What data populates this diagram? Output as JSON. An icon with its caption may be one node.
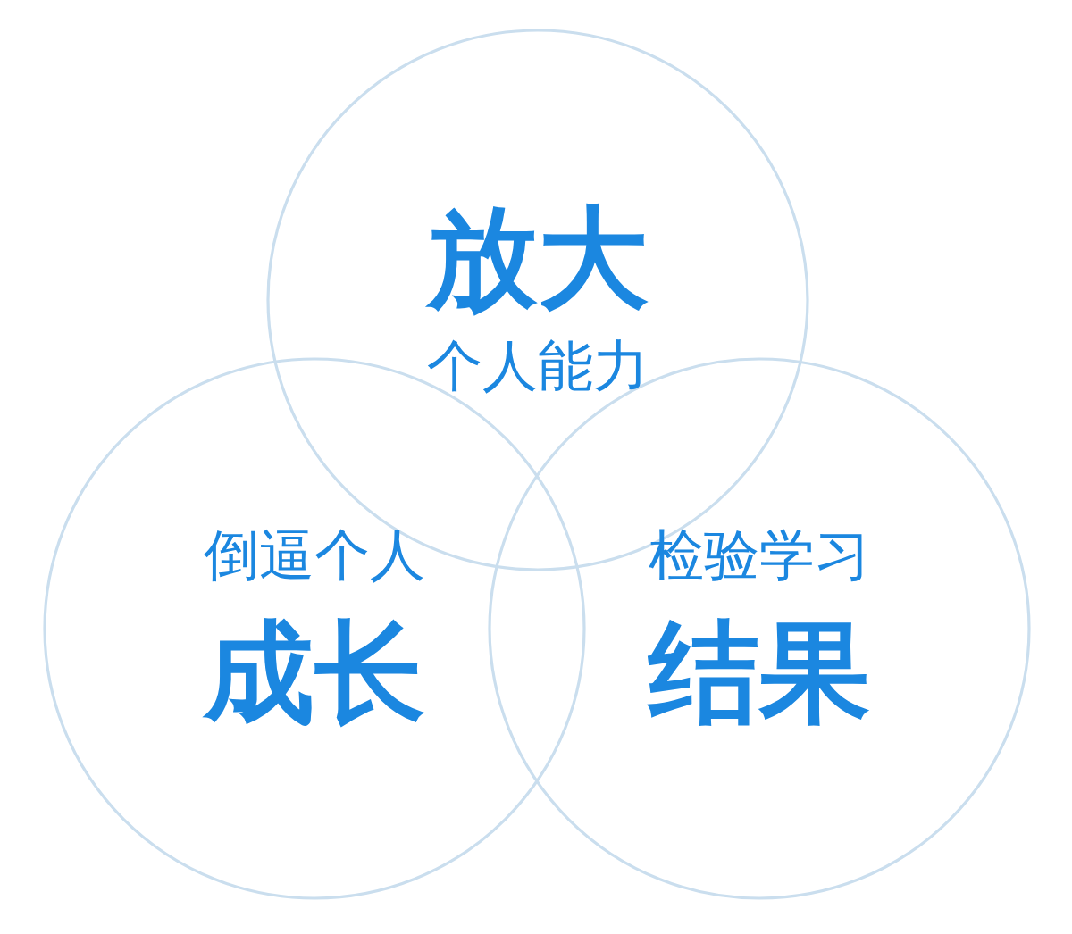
{
  "diagram": {
    "nodes": [
      {
        "text": [
          "放大",
          "个人能力"
        ]
      },
      {
        "text": [
          "倒逼个人",
          "成长"
        ]
      },
      {
        "text": [
          "检验学习",
          "结果"
        ]
      }
    ]
  }
}
